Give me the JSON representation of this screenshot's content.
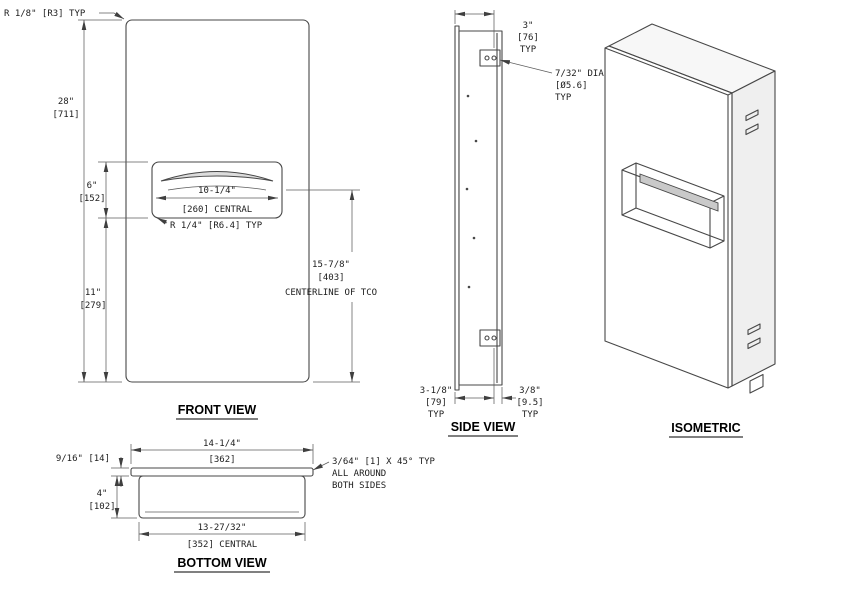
{
  "colors": {
    "line": "#474747",
    "text": "#1c1c1c"
  },
  "drawing": {
    "views": {
      "front": {
        "label": "FRONT VIEW",
        "corner_radius_note": "R 1/8\" [R3] TYP",
        "height_in": "28\"",
        "height_mm": "[711]",
        "opening_height_in": "6\"",
        "opening_height_mm": "[152]",
        "opening_width_in": "10-1/4\"",
        "opening_width_mm": "[260] CENTRAL",
        "opening_radius_note": "R 1/4\" [R6.4] TYP",
        "below_opening_in": "11\"",
        "below_opening_mm": "[279]",
        "tco_in": "15-7/8\"",
        "tco_mm": "[403]",
        "tco_note": "CENTERLINE OF TCO"
      },
      "side": {
        "label": "SIDE VIEW",
        "top_offset_in": "3\"",
        "top_offset_mm": "[76]",
        "top_offset_typ": "TYP",
        "hole_dia_in": "7/32\" DIA",
        "hole_dia_mm": "[Ø5.6]",
        "hole_dia_typ": "TYP",
        "front_offset_in": "3-1/8\"",
        "front_offset_mm": "[79]",
        "front_offset_typ": "TYP",
        "back_offset_in": "3/8\"",
        "back_offset_mm": "[9.5]",
        "back_offset_typ": "TYP"
      },
      "isometric": {
        "label": "ISOMETRIC"
      },
      "bottom": {
        "label": "BOTTOM VIEW",
        "width_in": "14-1/4\"",
        "width_mm": "[362]",
        "flange_thickness": "9/16\" [14]",
        "depth_in": "4\"",
        "depth_mm": "[102]",
        "body_width_in": "13-27/32\"",
        "body_width_mm": "[352] CENTRAL",
        "chamfer_note_1": "3/64\" [1] X 45° TYP",
        "chamfer_note_2": "ALL AROUND",
        "chamfer_note_3": "BOTH SIDES"
      }
    }
  }
}
